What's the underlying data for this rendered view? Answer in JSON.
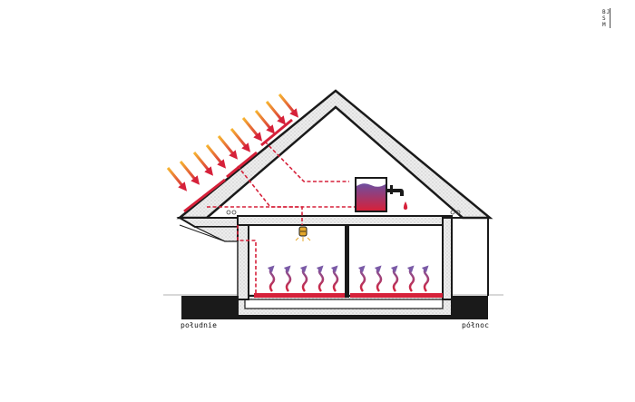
{
  "labels": {
    "south": "południe",
    "north": "północ"
  },
  "logo": {
    "text": "BJSM"
  },
  "colors": {
    "outline": "#1a1a1a",
    "insulation": "#e6e6e6",
    "pipe": "#d6213a",
    "heat_top": "#7a5aa6",
    "heat_bottom": "#d6213a",
    "ray_top": "#f7b731",
    "ray_bottom": "#d6213a",
    "tank_top": "#6d4fa0",
    "tank_bottom": "#d6213a",
    "lamp": "#e5a82a"
  },
  "icons": [
    "sun-ray-arrow",
    "solar-panel",
    "water-tank",
    "water-tap-icon",
    "water-drop-icon",
    "light-bulb-icon",
    "heat-arrow"
  ]
}
